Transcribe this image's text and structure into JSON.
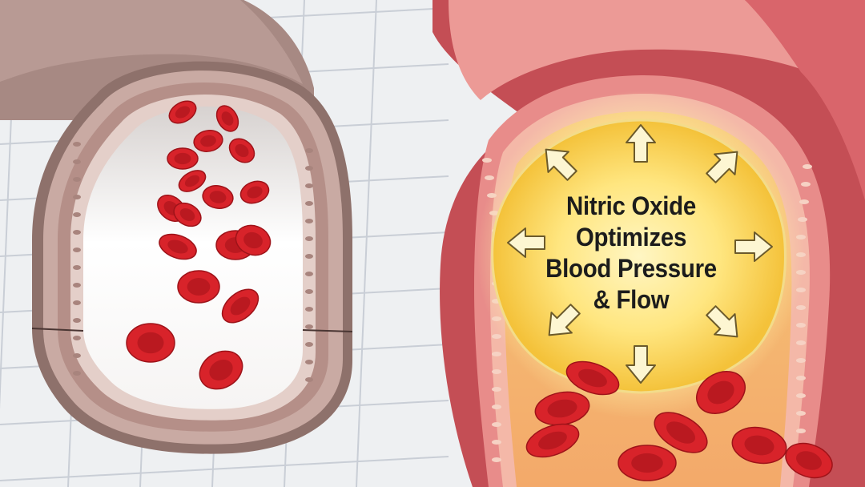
{
  "caption": {
    "lines": [
      "Nitric Oxide",
      "Optimizes",
      "Blood Pressure",
      "& Flow"
    ]
  },
  "colors": {
    "background": "#eef0f2",
    "grid_line": "#c9ced6",
    "constricted_wall": "#b99d97",
    "constricted_wall_dark": "#8e716b",
    "dilated_wall": "#e07a7a",
    "dilated_wall_dark": "#c44e55",
    "glow": "#ffd94a",
    "arrow_fill": "#fdf6d2",
    "arrow_stroke": "#6b5a2c",
    "red_blood_cell": "#d8232a",
    "red_blood_cell_dark": "#9e1319"
  },
  "icons": [
    "constricted-vessel-icon",
    "dilated-vessel-icon",
    "red-blood-cell-icon",
    "expansion-arrow-icon"
  ]
}
